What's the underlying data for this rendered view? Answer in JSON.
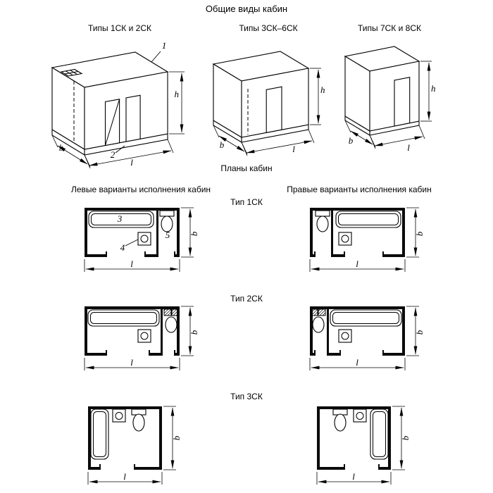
{
  "titles": {
    "main": "Общие виды кабин",
    "plans": "Планы кабин",
    "left_variants": "Левые варианты исполнения кабин",
    "right_variants": "Правые варианты исполнения кабин"
  },
  "iso": {
    "type12": "Типы 1СК и 2СК",
    "type36": "Типы 3СК–6СК",
    "type78": "Типы 7СК и 8СК"
  },
  "plan_types": {
    "t1": "Тип 1СК",
    "t2": "Тип 2СК",
    "t3": "Тип 3СК"
  },
  "dims": {
    "b": "b",
    "l": "l",
    "h": "h"
  },
  "callouts": {
    "c1": "1",
    "c2": "2",
    "c3": "3",
    "c4": "4",
    "c5": "5"
  }
}
